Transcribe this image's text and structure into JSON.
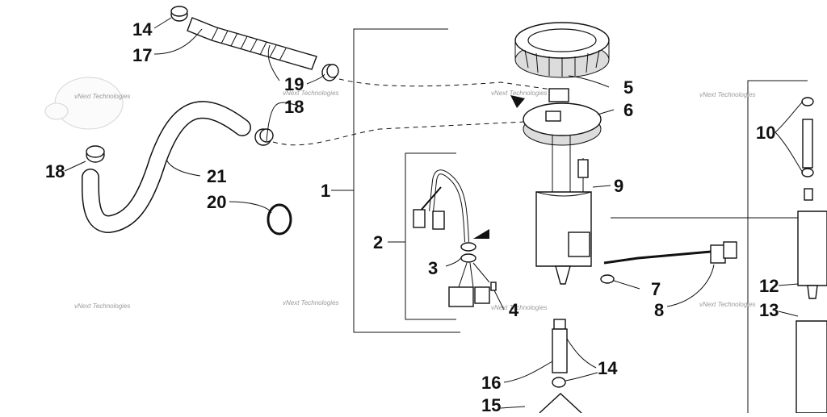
{
  "watermark": "vNext Technologies",
  "callouts": [
    {
      "id": "c14a",
      "text": "14"
    },
    {
      "id": "c17",
      "text": "17"
    },
    {
      "id": "c19",
      "text": "19"
    },
    {
      "id": "c18a",
      "text": "18"
    },
    {
      "id": "c18b",
      "text": "18"
    },
    {
      "id": "c21",
      "text": "21"
    },
    {
      "id": "c20",
      "text": "20"
    },
    {
      "id": "c1",
      "text": "1"
    },
    {
      "id": "c2",
      "text": "2"
    },
    {
      "id": "c3",
      "text": "3"
    },
    {
      "id": "c4",
      "text": "4"
    },
    {
      "id": "c5",
      "text": "5"
    },
    {
      "id": "c6",
      "text": "6"
    },
    {
      "id": "c9",
      "text": "9"
    },
    {
      "id": "c7",
      "text": "7"
    },
    {
      "id": "c8",
      "text": "8"
    },
    {
      "id": "c14b",
      "text": "14"
    },
    {
      "id": "c16",
      "text": "16"
    },
    {
      "id": "c15",
      "text": "15"
    },
    {
      "id": "c10",
      "text": "10"
    },
    {
      "id": "c12",
      "text": "12"
    },
    {
      "id": "c13",
      "text": "13"
    }
  ]
}
